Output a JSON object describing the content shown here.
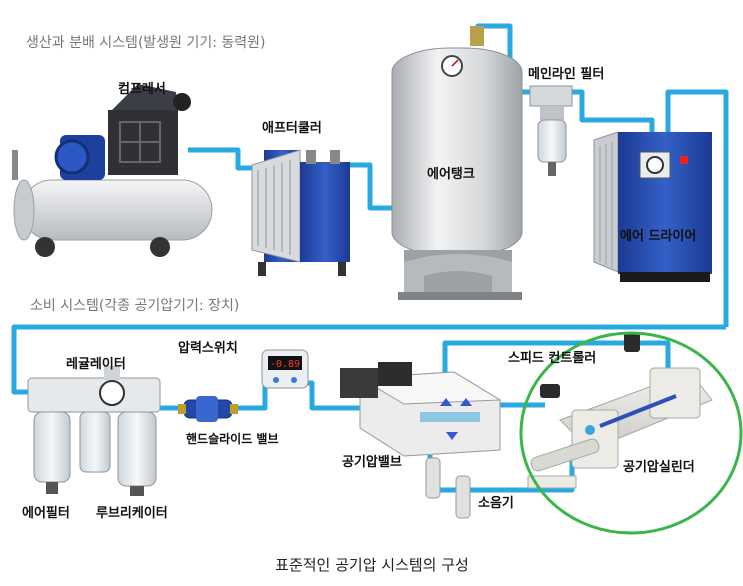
{
  "diagram": {
    "sections": {
      "production": "생산과 분배 시스템(발생원 기기: 동력원)",
      "consumption": "소비 시스템(각종 공기압기기: 장치)"
    },
    "components": {
      "compressor": "컴프레서",
      "aftercooler": "애프터쿨러",
      "air_tank": "에어탱크",
      "main_line_filter": "메인라인 필터",
      "air_dryer": "에어 드라이어",
      "regulator": "레귤레이터",
      "pressure_switch": "압력스위치",
      "hand_slide_valve": "핸드슬라이드 밸브",
      "speed_controller": "스피드 컨트롤러",
      "pneumatic_valve": "공기압밸브",
      "silencer": "소음기",
      "air_filter": "에어필터",
      "lubricator": "루브리케이터",
      "pneumatic_cylinder": "공기압실린더"
    },
    "pressure_display": "-0.89",
    "caption": "표준적인 공기압 시스템의 구성",
    "colors": {
      "pipe": "#29a9e1",
      "highlight_circle": "#3bb54a",
      "blue_housing": "#2a4fb4",
      "tank": "#d9dbdd"
    }
  }
}
